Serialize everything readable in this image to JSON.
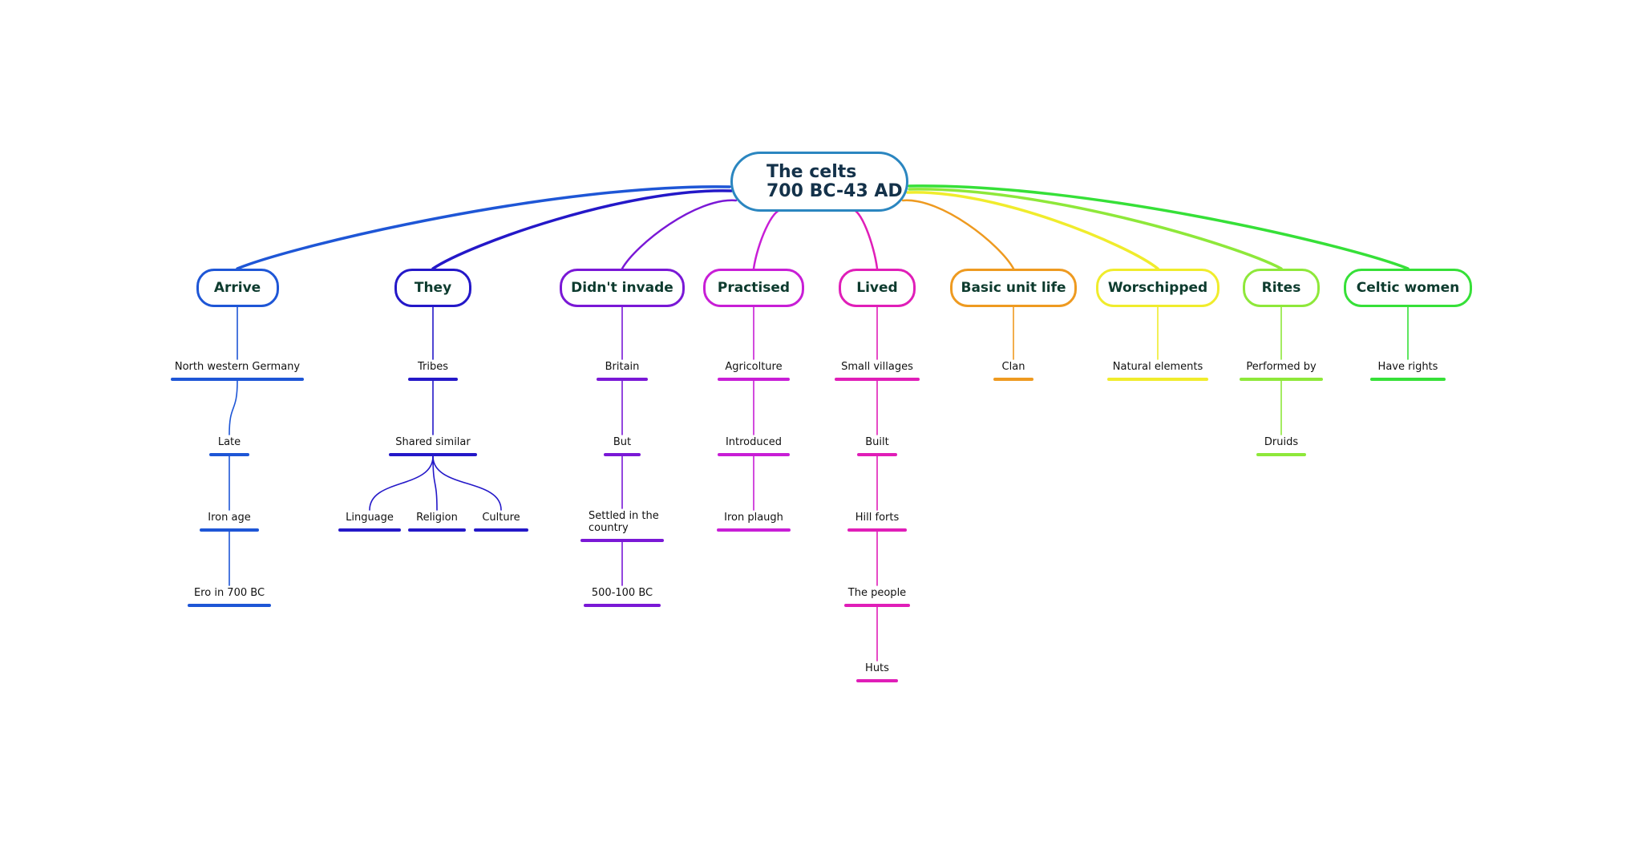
{
  "root": {
    "line1": "The celts",
    "line2": "700 BC-43 AD",
    "color": "#2b86c0"
  },
  "branches": [
    {
      "label": "Arrive",
      "color": "#1e56d6",
      "children": [
        {
          "label": "North western Germany",
          "children": [
            {
              "label": "Late",
              "children": [
                {
                  "label": "Iron age",
                  "children": [
                    {
                      "label": "Ero in 700 BC",
                      "children": []
                    }
                  ]
                }
              ]
            }
          ]
        }
      ]
    },
    {
      "label": "They",
      "color": "#2418c8",
      "children": [
        {
          "label": "Tribes",
          "children": [
            {
              "label": "Shared similar",
              "children": [
                {
                  "label": "Linguage",
                  "children": []
                },
                {
                  "label": "Religion",
                  "children": []
                },
                {
                  "label": "Culture",
                  "children": []
                }
              ]
            }
          ]
        }
      ]
    },
    {
      "label": "Didn't invade",
      "color": "#7a18d6",
      "children": [
        {
          "label": "Britain",
          "children": [
            {
              "label": "But",
              "children": [
                {
                  "label": "Settled in the country",
                  "children": [
                    {
                      "label": "500-100 BC",
                      "children": []
                    }
                  ]
                }
              ]
            }
          ]
        }
      ]
    },
    {
      "label": "Practised",
      "color": "#c81ed6",
      "children": [
        {
          "label": "Agricolture",
          "children": [
            {
              "label": "Introduced",
              "children": [
                {
                  "label": "Iron plaugh",
                  "children": []
                }
              ]
            }
          ]
        }
      ]
    },
    {
      "label": "Lived",
      "color": "#e01eb8",
      "children": [
        {
          "label": "Small villages",
          "children": [
            {
              "label": "Built",
              "children": [
                {
                  "label": "Hill forts",
                  "children": [
                    {
                      "label": "The people",
                      "children": [
                        {
                          "label": "Huts",
                          "children": []
                        }
                      ]
                    }
                  ]
                }
              ]
            }
          ]
        }
      ]
    },
    {
      "label": "Basic unit life",
      "color": "#ee9a20",
      "children": [
        {
          "label": "Clan",
          "children": []
        }
      ]
    },
    {
      "label": "Worschipped",
      "color": "#f0ec2c",
      "children": [
        {
          "label": "Natural elements",
          "children": []
        }
      ]
    },
    {
      "label": "Rites",
      "color": "#8ee83a",
      "children": [
        {
          "label": "Performed by",
          "children": [
            {
              "label": "Druids",
              "children": []
            }
          ]
        }
      ]
    },
    {
      "label": "Celtic women",
      "color": "#36e038",
      "children": [
        {
          "label": "Have rights",
          "children": []
        }
      ]
    }
  ]
}
